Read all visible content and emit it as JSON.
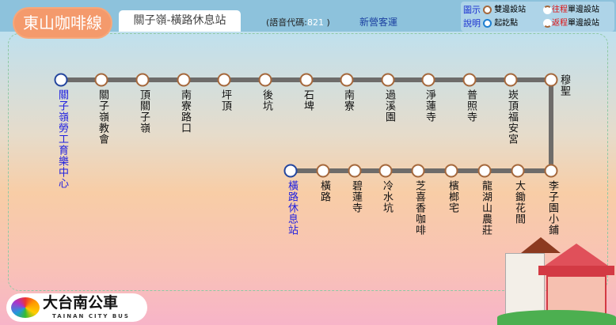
{
  "route_name": "東山咖啡線",
  "tab_label": "關子嶺-橫路休息站",
  "voice_code_label": "(語音代碼:",
  "voice_code": "821",
  "voice_code_close": ")",
  "operator": "新營客運",
  "legend": {
    "title1": "圖示",
    "title2": "說明",
    "both": "雙邊設站",
    "start": "起訖點",
    "out_prefix": "往程",
    "out_suffix": "單邊設站",
    "ret_prefix": "返程",
    "ret_suffix": "單邊設站"
  },
  "top_stops": [
    "關子嶺勞工育樂中心",
    "關子嶺教會",
    "頂關子嶺",
    "南寮路口",
    "坪頂",
    "後坑",
    "石埤",
    "南寮",
    "過溪園",
    "淨蓮寺",
    "普照寺",
    "崁頂福安宮"
  ],
  "turn_stop": "穆聖",
  "bottom_stops": [
    "橫路休息站",
    "橫路",
    "碧蓮寺",
    "冷水坑",
    "芝喜香咖啡",
    "檳榔宅",
    "龍湖山農莊",
    "大鋤花間",
    "李子園小鋪"
  ],
  "logo": {
    "text": "大台南公車",
    "sub": "TAINAN CITY BUS"
  },
  "colors": {
    "route": "#f49a6c",
    "stop": "#a5683c",
    "terminal": "#24469e"
  }
}
